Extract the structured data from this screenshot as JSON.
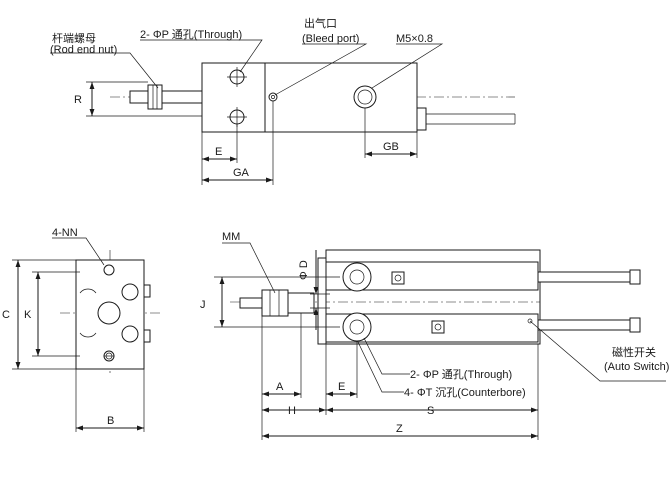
{
  "top_view": {
    "rod_end_nut_cn": "杆端螺母",
    "rod_end_nut_en": "(Rod end nut)",
    "through_hole": "2- ΦP 通孔(Through)",
    "bleed_port_cn": "出气口",
    "bleed_port_en": "(Bleed port)",
    "port_thread": "M5×0.8",
    "dim_R": "R",
    "dim_E": "E",
    "dim_GA": "GA",
    "dim_GB": "GB"
  },
  "end_view": {
    "tapped_holes": "4-NN",
    "dim_C": "C",
    "dim_K": "K",
    "dim_B": "B"
  },
  "side_view": {
    "rod_thread": "MM",
    "rod_diameter": "Φ D",
    "dim_J": "J",
    "through_hole": "2- ΦP 通孔(Through)",
    "counterbore": "4- ΦT 沉孔(Counterbore)",
    "auto_switch_cn": "磁性开关",
    "auto_switch_en": "(Auto Switch)",
    "dim_A": "A",
    "dim_H": "H",
    "dim_E": "E",
    "dim_S": "S",
    "dim_Z": "Z"
  }
}
